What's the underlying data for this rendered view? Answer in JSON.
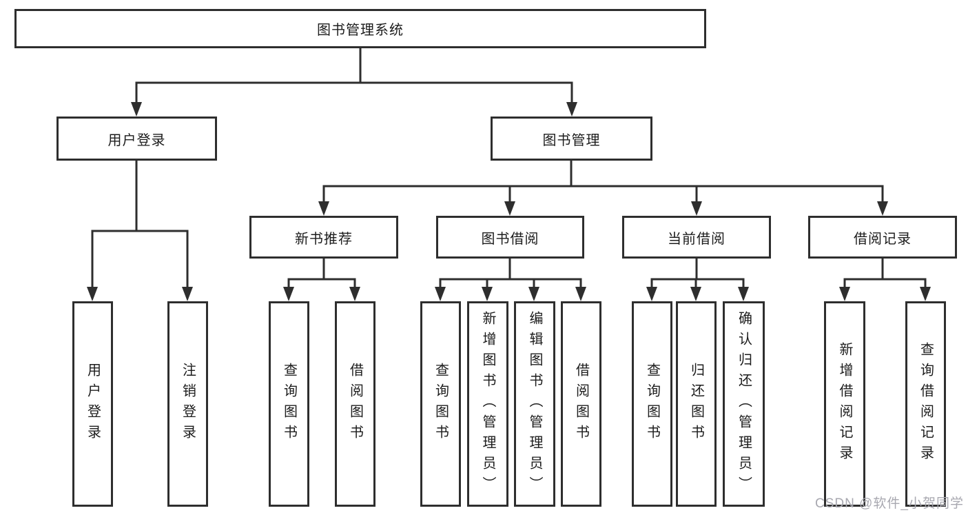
{
  "tree": {
    "root": "图书管理系统",
    "branches": [
      {
        "label": "用户登录",
        "children": [
          {
            "label": "用户登录"
          },
          {
            "label": "注销登录"
          }
        ]
      },
      {
        "label": "图书管理",
        "children": [
          {
            "label": "新书推荐",
            "children": [
              {
                "label": "查询图书"
              },
              {
                "label": "借阅图书"
              }
            ]
          },
          {
            "label": "图书借阅",
            "children": [
              {
                "label": "查询图书"
              },
              {
                "label": "新增图书（管理员）"
              },
              {
                "label": "编辑图书（管理员）"
              },
              {
                "label": "借阅图书"
              }
            ]
          },
          {
            "label": "当前借阅",
            "children": [
              {
                "label": "查询图书"
              },
              {
                "label": "归还图书"
              },
              {
                "label": "确认归还（管理员）"
              }
            ]
          },
          {
            "label": "借阅记录",
            "children": [
              {
                "label": "新增借阅记录"
              },
              {
                "label": "查询借阅记录"
              }
            ]
          }
        ]
      }
    ]
  },
  "watermark": "CSDN @软件_小贺同学",
  "colors": {
    "line": "#2e2e2e",
    "box_border": "#2e2e2e",
    "text": "#1c1c1c",
    "watermark": "#a8a8b0",
    "background": "#ffffff"
  }
}
